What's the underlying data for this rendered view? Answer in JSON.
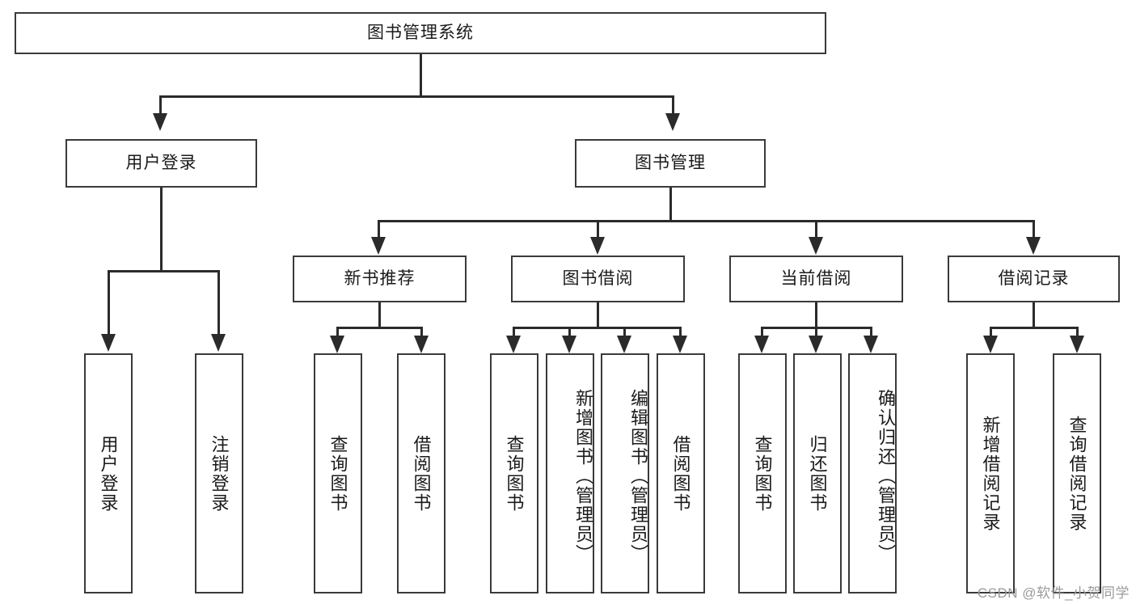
{
  "diagram": {
    "title": "图书管理系统",
    "type": "hierarchy-tree",
    "root": {
      "id": "root",
      "label": "图书管理系统"
    },
    "level2": [
      {
        "id": "user-login",
        "label": "用户登录"
      },
      {
        "id": "book-management",
        "label": "图书管理"
      }
    ],
    "level3": [
      {
        "id": "new-book-recommend",
        "label": "新书推荐",
        "parent": "book-management"
      },
      {
        "id": "book-borrow",
        "label": "图书借阅",
        "parent": "book-management"
      },
      {
        "id": "current-borrow",
        "label": "当前借阅",
        "parent": "book-management"
      },
      {
        "id": "borrow-record",
        "label": "借阅记录",
        "parent": "book-management"
      }
    ],
    "leaves": {
      "user_login": [
        {
          "id": "leaf-user-login",
          "label": "用户登录"
        },
        {
          "id": "leaf-user-logout",
          "label": "注销登录"
        }
      ],
      "new_book_recommend": [
        {
          "id": "leaf-query-book-1",
          "label": "查询图书"
        },
        {
          "id": "leaf-borrow-book-1",
          "label": "借阅图书"
        }
      ],
      "book_borrow": [
        {
          "id": "leaf-query-book-2",
          "label": "查询图书"
        },
        {
          "id": "leaf-add-book",
          "label": "新增图书（管理员）"
        },
        {
          "id": "leaf-edit-book",
          "label": "编辑图书（管理员）"
        },
        {
          "id": "leaf-borrow-book-2",
          "label": "借阅图书"
        }
      ],
      "current_borrow": [
        {
          "id": "leaf-query-book-3",
          "label": "查询图书"
        },
        {
          "id": "leaf-return-book",
          "label": "归还图书"
        },
        {
          "id": "leaf-confirm-return",
          "label": "确认归还（管理员）"
        }
      ],
      "borrow_record": [
        {
          "id": "leaf-add-record",
          "label": "新增借阅记录"
        },
        {
          "id": "leaf-query-record",
          "label": "查询借阅记录"
        }
      ]
    }
  },
  "watermark": {
    "text": "CSDN @软件_小贺同学"
  },
  "colors": {
    "box_border": "#3a3a3a",
    "connector": "#2b2b2b",
    "background": "#ffffff",
    "text": "#1a1a1a",
    "watermark": "#9a9a9a"
  }
}
